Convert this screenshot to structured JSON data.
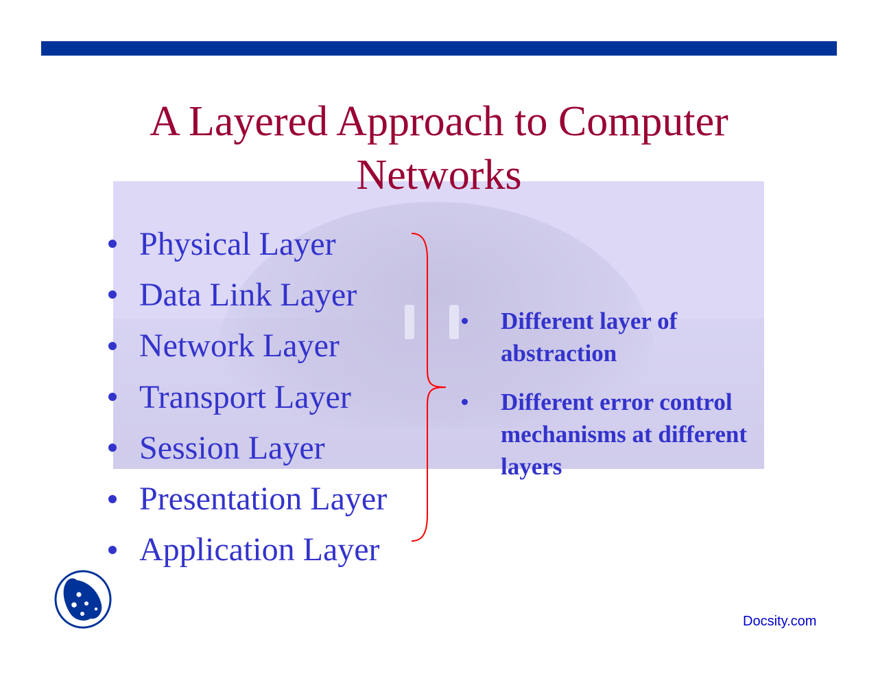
{
  "slide": {
    "title_line1": "A Layered Approach to Computer",
    "title_line2": "Networks",
    "layers": [
      {
        "label": "Physical Layer"
      },
      {
        "label": "Data Link Layer"
      },
      {
        "label": "Network Layer"
      },
      {
        "label": "Transport Layer"
      },
      {
        "label": "Session Layer"
      },
      {
        "label": "Presentation Layer"
      },
      {
        "label": "Application Layer"
      }
    ],
    "notes": [
      {
        "text": "Different layer of abstraction"
      },
      {
        "text": "Different error control mechanisms at different layers"
      }
    ]
  },
  "footer": {
    "brand": "Docsity.com",
    "logo_icon": "ladybug-logo-icon"
  },
  "colors": {
    "top_bar": "#003399",
    "title": "#990033",
    "body_text": "#3333cc",
    "brace": "#ff0000",
    "background_box": "#dcd8f6",
    "footer_brand": "#0000cc"
  }
}
